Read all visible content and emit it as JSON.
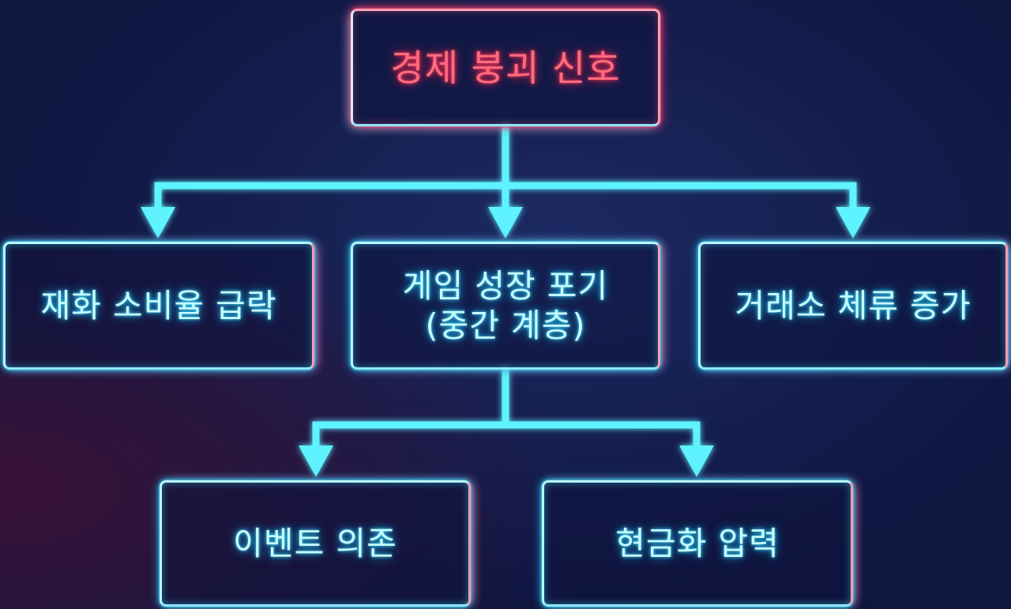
{
  "diagram": {
    "root": {
      "label": "경제 붕괴 신호"
    },
    "level1": [
      {
        "label": "재화 소비율 급락"
      },
      {
        "label_line1": "게임 성장 포기",
        "label_line2": "(중간 계층)"
      },
      {
        "label": "거래소 체류 증가"
      }
    ],
    "level2": [
      {
        "label": "이벤트 의존"
      },
      {
        "label": "현금화 압력"
      }
    ]
  },
  "colors": {
    "connector": "#5ff2ff",
    "root_text": "#ff6b7f",
    "node_text": "#c8faff"
  }
}
